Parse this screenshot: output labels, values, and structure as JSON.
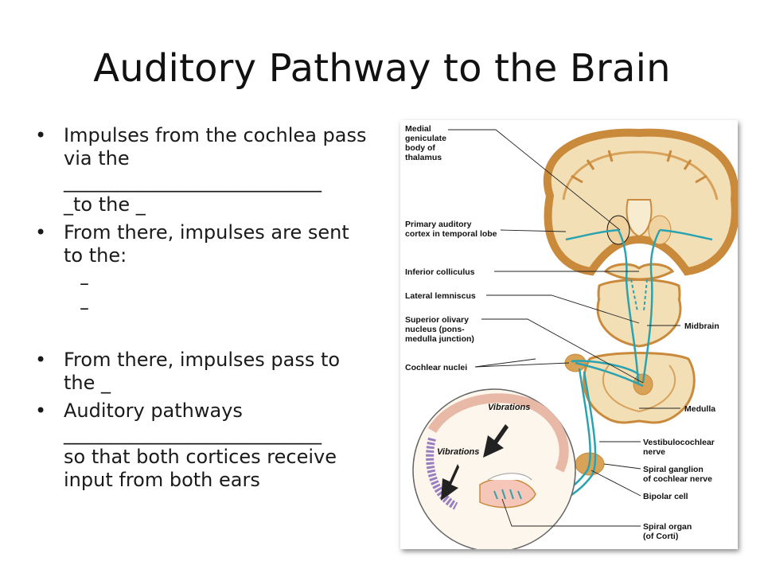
{
  "slide": {
    "title": "Auditory Pathway to the Brain",
    "bullets": [
      {
        "lines": [
          "Impulses from the cochlea pass",
          "via the",
          "___________________________",
          "_to the _"
        ]
      },
      {
        "lines": [
          "From there, impulses are sent",
          "to the:"
        ]
      },
      {
        "sub": [
          "–",
          "–"
        ]
      },
      {
        "lines": [
          "From there, impulses pass to",
          "the _"
        ]
      },
      {
        "lines": [
          "Auditory pathways",
          "___________________________",
          "so that both cortices receive",
          "input from both ears"
        ]
      }
    ]
  },
  "figure": {
    "labels": {
      "medial_geniculate": [
        "Medial",
        "geniculate",
        "body of",
        "thalamus"
      ],
      "primary_auditory": [
        "Primary auditory",
        "cortex in temporal lobe"
      ],
      "inferior_colliculus": "Inferior colliculus",
      "lateral_lemniscus": "Lateral lemniscus",
      "superior_olivary": [
        "Superior olivary",
        "nucleus (pons-",
        "medulla junction)"
      ],
      "cochlear_nuclei": "Cochlear nuclei",
      "midbrain": "Midbrain",
      "medulla": "Medulla",
      "vestibulocochlear": [
        "Vestibulocochlear",
        "nerve"
      ],
      "spiral_ganglion": [
        "Spiral ganglion",
        "of cochlear nerve"
      ],
      "bipolar_cell": "Bipolar cell",
      "spiral_organ": [
        "Spiral organ",
        "(of Corti)"
      ],
      "vibrations_1": "Vibrations",
      "vibrations_2": "Vibrations"
    },
    "colors": {
      "brain_tissue": "#f3dfb6",
      "brain_outline": "#c98a3c",
      "pathway": "#2aa3b0",
      "cochlea": "#9a7fc0"
    }
  }
}
